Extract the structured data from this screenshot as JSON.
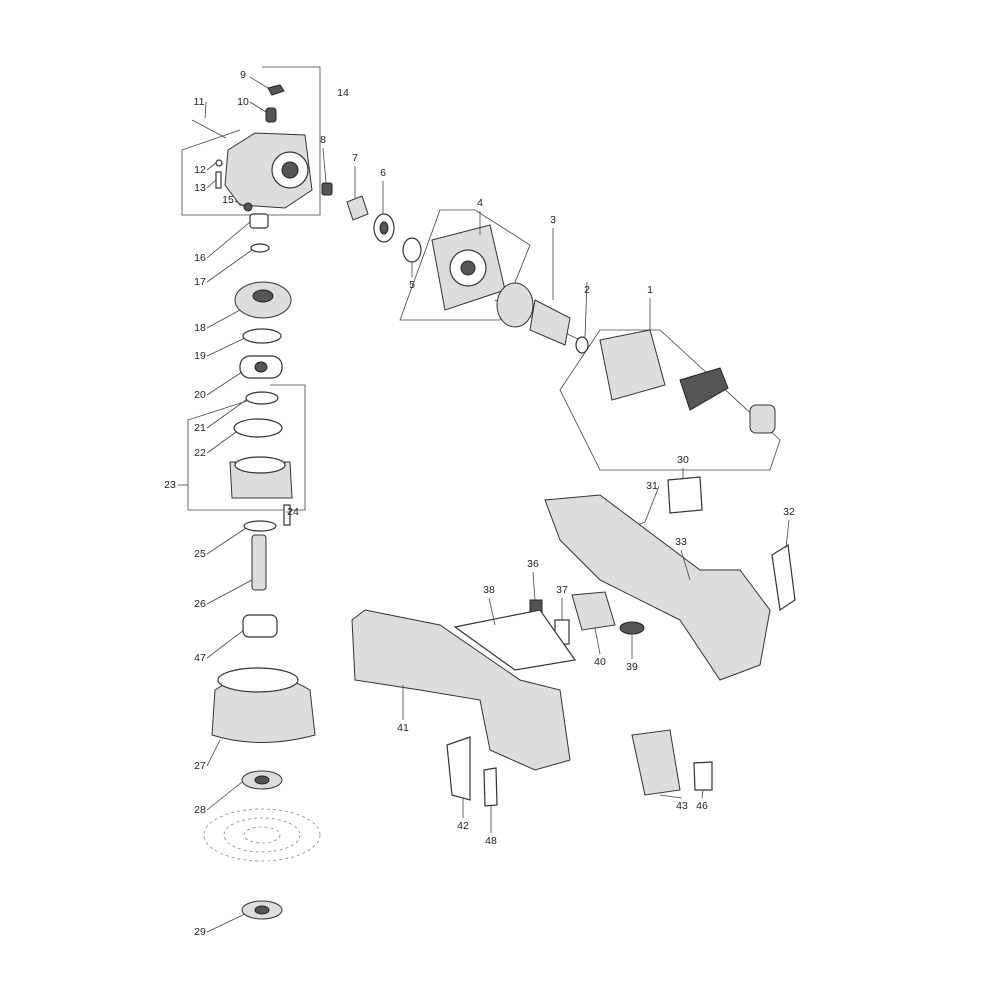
{
  "title": "Angle grinder exploded parts diagram",
  "part_numbers": [
    "1",
    "2",
    "3",
    "4",
    "5",
    "6",
    "7",
    "8",
    "9",
    "10",
    "11",
    "12",
    "13",
    "14",
    "15",
    "16",
    "17",
    "18",
    "19",
    "20",
    "21",
    "22",
    "23",
    "24",
    "25",
    "26",
    "27",
    "28",
    "29",
    "30",
    "31",
    "32",
    "33",
    "36",
    "37",
    "38",
    "39",
    "40",
    "41",
    "42",
    "43",
    "46",
    "47",
    "48"
  ]
}
